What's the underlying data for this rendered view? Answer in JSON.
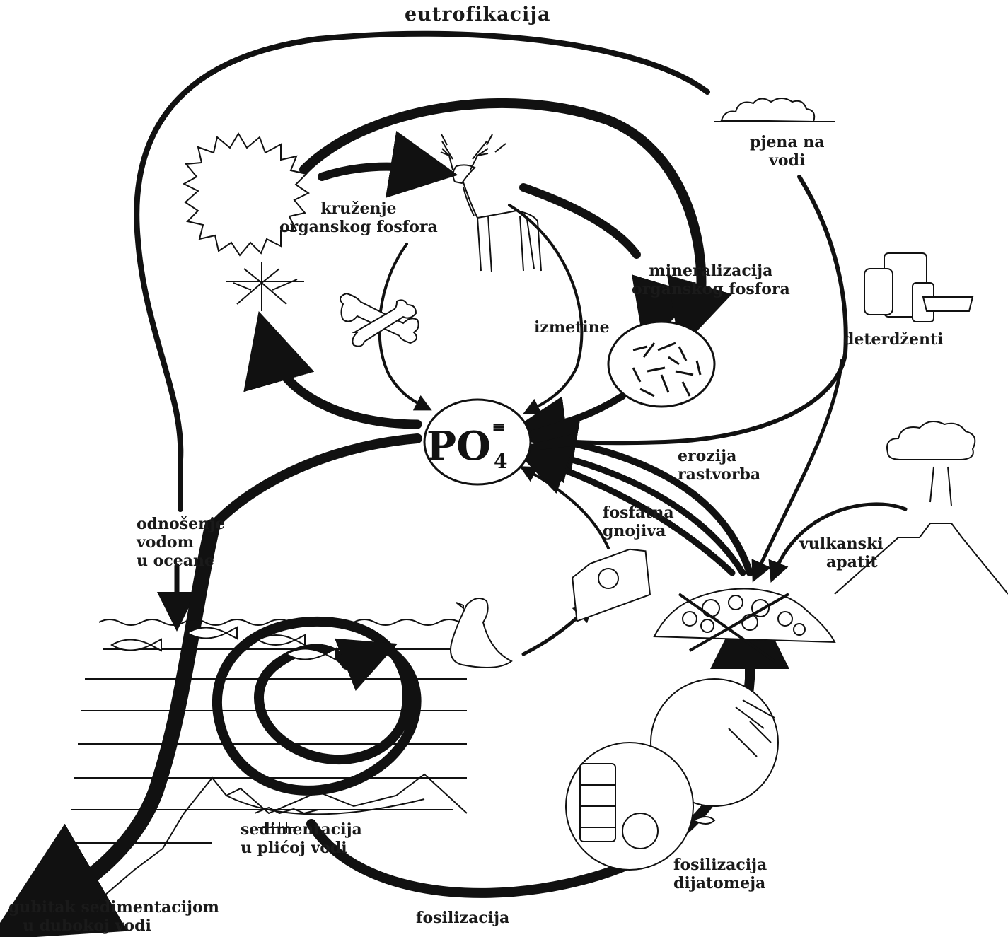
{
  "diagram": {
    "center_node": {
      "base": "PO",
      "superscript": "≡",
      "subscript": "4"
    },
    "labels": {
      "top": "eutrofikacija",
      "organic_cycle": [
        "kruženje",
        "organskog fosfora"
      ],
      "foam": [
        "pjena na",
        "vodi"
      ],
      "mineralization": [
        "mineralizacija",
        "organskog fosfora"
      ],
      "excrement": "izmetine",
      "detergents": "deterdženti",
      "erosion": [
        "erozija",
        "rastvorba"
      ],
      "fertilizer": [
        "fosfatna",
        "gnojiva"
      ],
      "volcanic": [
        "vulkanski",
        "apatit"
      ],
      "runoff": [
        "odnošenje",
        "vodom",
        "u oceane"
      ],
      "shallow_sed": [
        "sedimentacija",
        "u plićoj vodi"
      ],
      "diatom_fossil": [
        "fosilizacija",
        "dijatomeja"
      ],
      "deep_loss": [
        "gubitak sedimentacijom",
        "u dubokoj vodi"
      ],
      "fossilization": "fosilizacija"
    }
  }
}
